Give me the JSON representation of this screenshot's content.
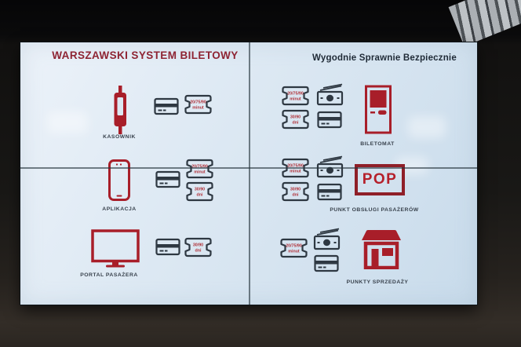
{
  "colors": {
    "accent_red": "#a81e29",
    "title_red": "#8e2433",
    "pop_red": "#b5202b",
    "pop_border": "#8f1f28",
    "ticket_red": "#b03038",
    "navy": "#2e3842",
    "navy_dark": "#1f2a36",
    "label_color": "#39424d",
    "screen_fill": "#dbe7f2"
  },
  "left_panel": {
    "title": "WARSZAWSKI SYSTEM BILETOWY",
    "rows": [
      {
        "label": "KASOWNIK",
        "device_icon": "ticket-validator",
        "payment_icons": [
          "credit-card"
        ],
        "tickets": [
          {
            "l1": "20/75/90",
            "l2": "minut"
          }
        ]
      },
      {
        "label": "APLIKACJA",
        "device_icon": "smartphone",
        "payment_icons": [
          "credit-card"
        ],
        "tickets": [
          {
            "l1": "20/75/90",
            "l2": "minut"
          },
          {
            "l1": "30/90",
            "l2": "dni"
          }
        ]
      },
      {
        "label": "PORTAL PASAŻERA",
        "device_icon": "monitor",
        "payment_icons": [
          "credit-card"
        ],
        "tickets": [
          {
            "l1": "30/90",
            "l2": "dni"
          }
        ]
      }
    ]
  },
  "right_panel": {
    "title": "Wygodnie Sprawnie Bezpiecznie",
    "rows": [
      {
        "label": "BILETOMAT",
        "device_icon": "ticket-machine",
        "payment_icons": [
          "cash",
          "credit-card"
        ],
        "tickets": [
          {
            "l1": "20/75/90",
            "l2": "minut"
          },
          {
            "l1": "30/90",
            "l2": "dni"
          }
        ]
      },
      {
        "label": "PUNKT OBSŁUGI PASAŻERÓW",
        "device_icon": "pop-sign",
        "sign_text": "POP",
        "payment_icons": [
          "cash",
          "credit-card"
        ],
        "tickets": [
          {
            "l1": "20/75/90",
            "l2": "minut"
          },
          {
            "l1": "30/90",
            "l2": "dni"
          }
        ]
      },
      {
        "label": "PUNKTY SPRZEDAŻY",
        "device_icon": "kiosk",
        "payment_icons": [
          "cash",
          "credit-card"
        ],
        "tickets": [
          {
            "l1": "20/75/90",
            "l2": "minut"
          }
        ]
      }
    ]
  }
}
